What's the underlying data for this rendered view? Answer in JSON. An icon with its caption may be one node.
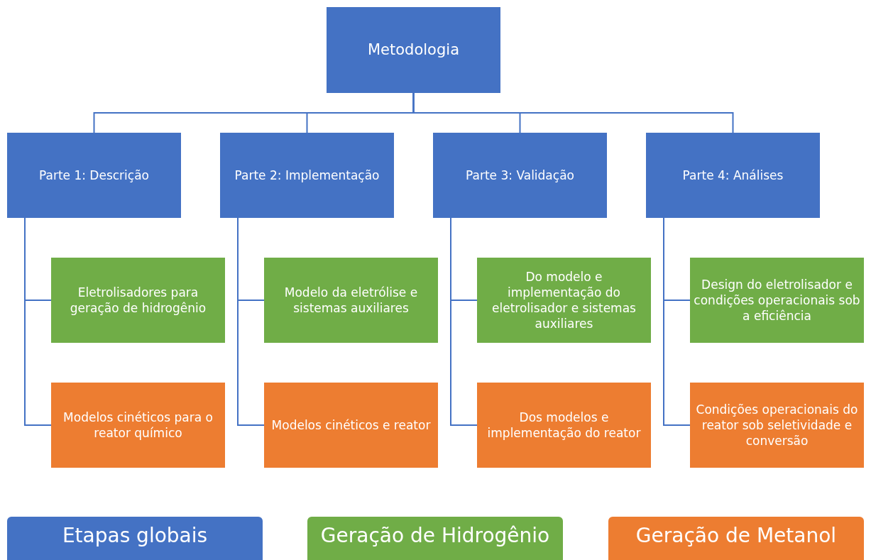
{
  "diagram": {
    "nodes": [
      {
        "text": [
          "Metodologia"
        ]
      },
      {
        "text": [
          "Parte 1: Descrição"
        ]
      },
      {
        "text": [
          "Parte 2: Implementação"
        ]
      },
      {
        "text": [
          "Parte 3: Validação"
        ]
      },
      {
        "text": [
          "Parte 4: Análises"
        ]
      },
      {
        "text": [
          "Eletrolisadores para geração de hidrogênio"
        ]
      },
      {
        "text": [
          "Modelos cinéticos para o reator químico"
        ]
      },
      {
        "text": [
          "Modelo da eletrólise e sistemas auxiliares"
        ]
      },
      {
        "text": [
          "Modelos cinéticos e reator"
        ]
      },
      {
        "text": [
          "Do modelo e implementação do eletrolisador e sistemas auxiliares"
        ]
      },
      {
        "text": [
          "Dos modelos e implementação do reator"
        ]
      },
      {
        "text": [
          "Design do eletrolisador e condições operacionais sob a eficiência"
        ]
      },
      {
        "text": [
          "Condições operacionais do reator sob seletividade e conversão"
        ]
      }
    ],
    "edges": [
      {
        "from": 0,
        "to": 1,
        "arrow": "none"
      },
      {
        "from": 0,
        "to": 2,
        "arrow": "none"
      },
      {
        "from": 0,
        "to": 3,
        "arrow": "none"
      },
      {
        "from": 0,
        "to": 4,
        "arrow": "none"
      },
      {
        "from": 1,
        "to": 5,
        "arrow": "none"
      },
      {
        "from": 1,
        "to": 6,
        "arrow": "none"
      },
      {
        "from": 2,
        "to": 7,
        "arrow": "none"
      },
      {
        "from": 2,
        "to": 8,
        "arrow": "none"
      },
      {
        "from": 3,
        "to": 9,
        "arrow": "none"
      },
      {
        "from": 3,
        "to": 10,
        "arrow": "none"
      },
      {
        "from": 4,
        "to": 11,
        "arrow": "none"
      },
      {
        "from": 4,
        "to": 12,
        "arrow": "none"
      }
    ],
    "legend": [
      {
        "text": "Etapas globais",
        "color": "#4472c4"
      },
      {
        "text": "Geração de Hidrogênio",
        "color": "#70ad47"
      },
      {
        "text": "Geração de Metanol",
        "color": "#ed7d31"
      }
    ]
  }
}
